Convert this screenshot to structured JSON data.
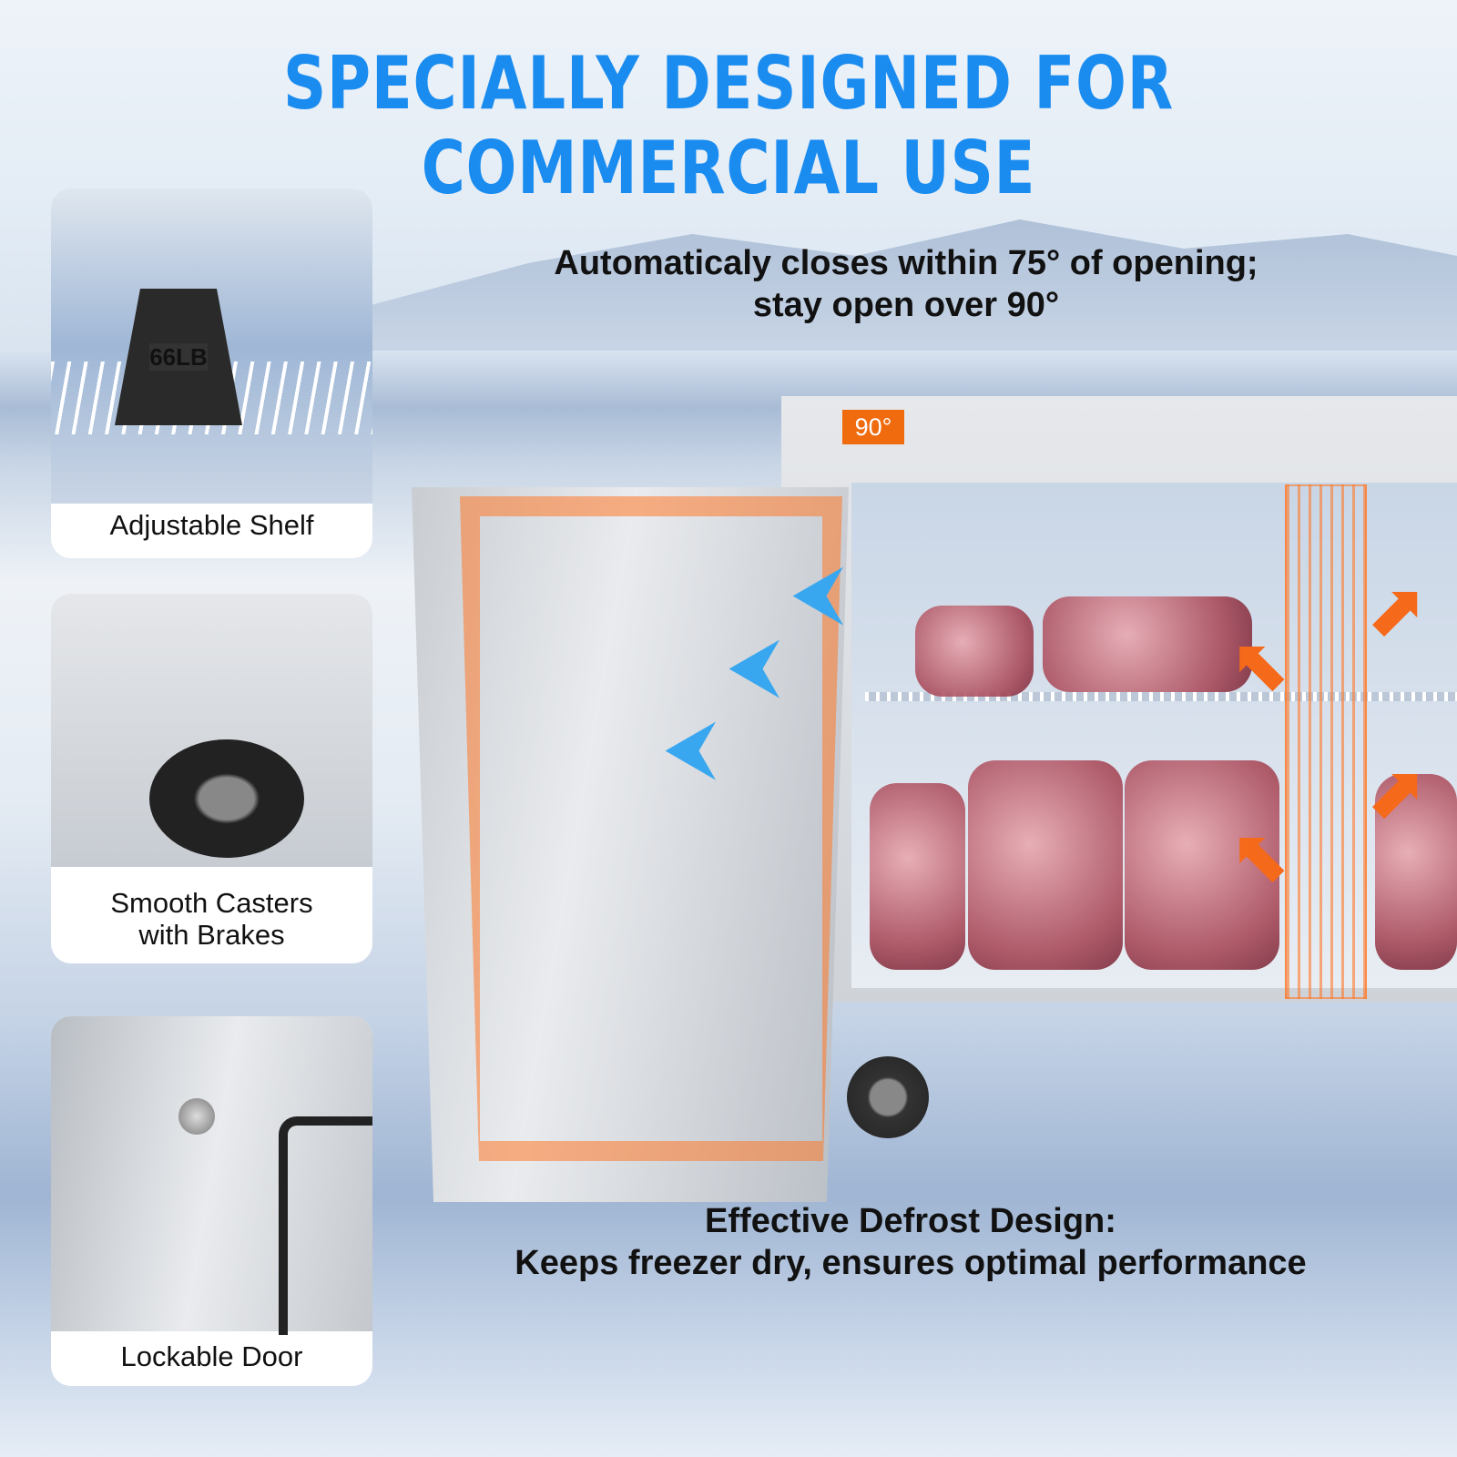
{
  "title": "SPECIALLY DESIGNED FOR COMMERCIAL USE",
  "features": [
    {
      "label": "Adjustable Shelf",
      "icon_text": "66LB"
    },
    {
      "label_line1": "Smooth Casters",
      "label_line2": "with Brakes"
    },
    {
      "label": "Lockable Door"
    }
  ],
  "door_note": {
    "line1": "Automaticaly closes within 75° of opening;",
    "line2": "stay open over 90°"
  },
  "angle_badge": "90°",
  "defrost_note": {
    "line1": "Effective Defrost Design:",
    "line2": "Keeps freezer dry, ensures optimal performance"
  },
  "colors": {
    "title": "#1a8cf0",
    "badge": "#f06a0e",
    "cold_arrow": "#39a7f0",
    "heat_arrow": "#f5691a"
  }
}
